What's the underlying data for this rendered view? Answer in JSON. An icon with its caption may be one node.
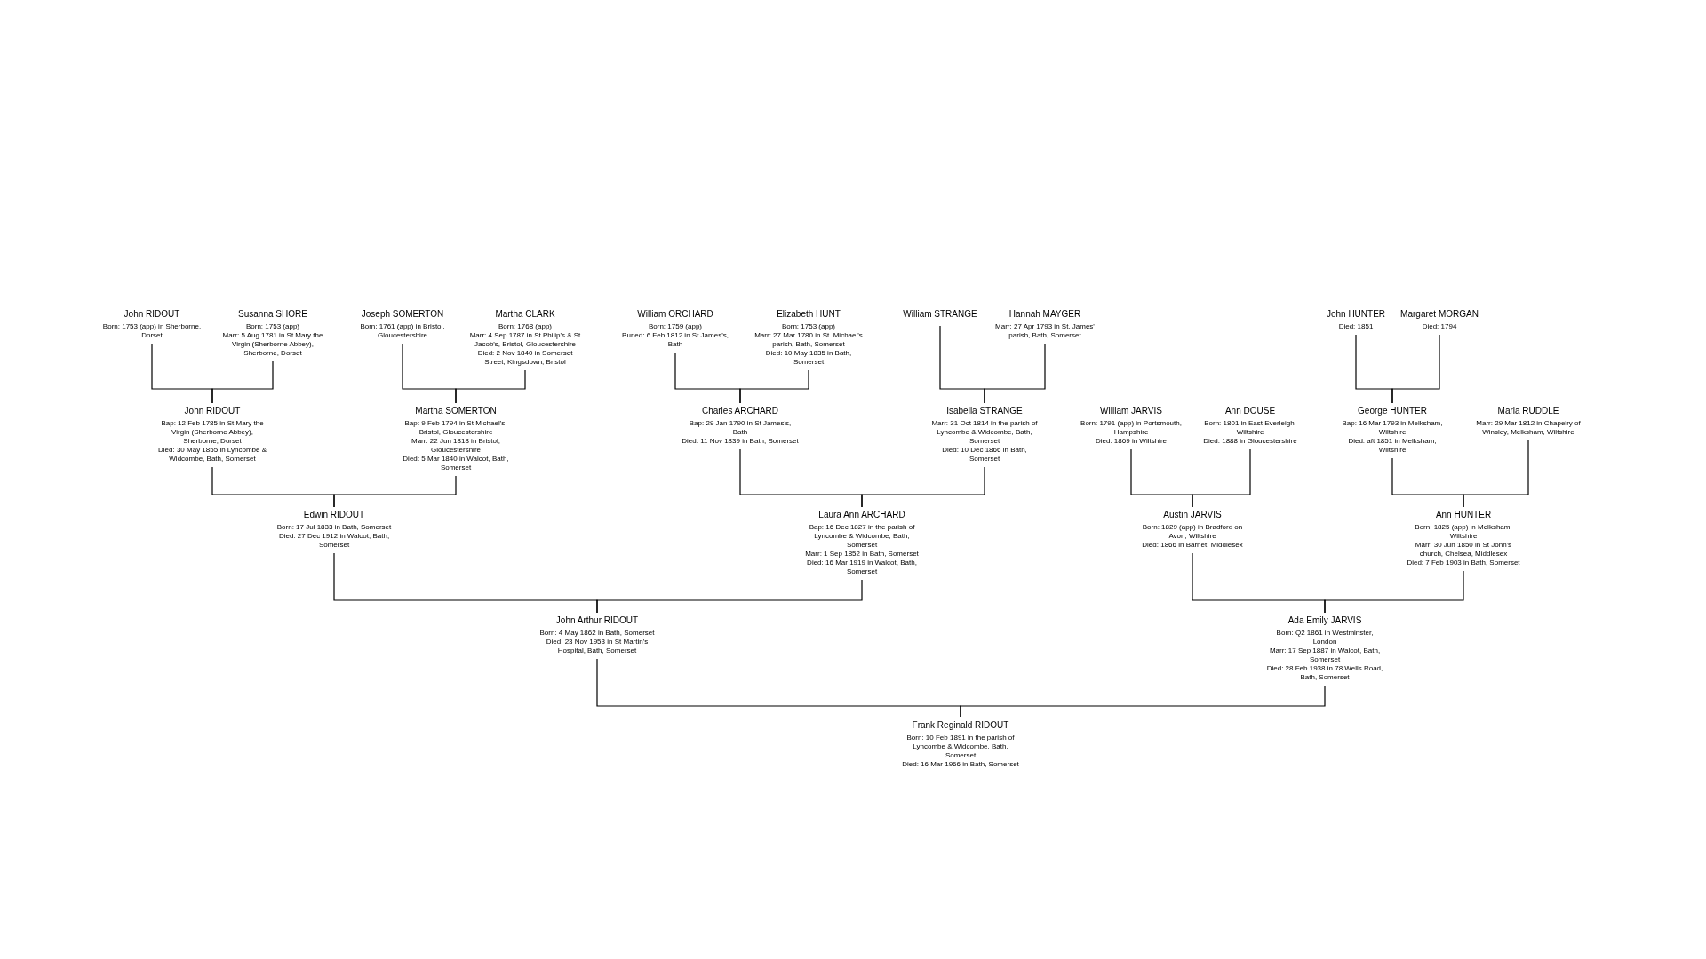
{
  "diagram": {
    "nodes": [
      {
        "text": [
          "John RIDOUT",
          "Born: 1753 (app) in Sherborne, Dorset"
        ]
      },
      {
        "text": [
          "Susanna SHORE",
          "Born: 1753 (app)",
          "Marr: 5 Aug 1781 in St Mary the Virgin (Sherborne Abbey), Sherborne, Dorset"
        ]
      },
      {
        "text": [
          "Joseph SOMERTON",
          "Born: 1761 (app) in Bristol, Gloucestershire"
        ]
      },
      {
        "text": [
          "Martha CLARK",
          "Born: 1768 (app)",
          "Marr: 4 Sep 1787 in St Philip's & St Jacob's, Bristol, Gloucestershire",
          "Died: 2 Nov 1840 in Somerset Street, Kingsdown, Bristol"
        ]
      },
      {
        "text": [
          "William ORCHARD",
          "Born: 1759 (app)",
          "Buried: 6 Feb 1812 in St James's, Bath"
        ]
      },
      {
        "text": [
          "Elizabeth HUNT",
          "Born: 1753 (app)",
          "Marr: 27 Mar 1780 in St. Michael's parish, Bath, Somerset",
          "Died: 10 May 1835 in Bath, Somerset"
        ]
      },
      {
        "text": [
          "William STRANGE"
        ]
      },
      {
        "text": [
          "Hannah MAYGER",
          "Marr: 27 Apr 1793 in St. James' parish, Bath, Somerset"
        ]
      },
      {
        "text": [
          "John HUNTER",
          "Died: 1851"
        ]
      },
      {
        "text": [
          "Margaret MORGAN",
          "Died: 1794"
        ]
      },
      {
        "text": [
          "John RIDOUT",
          "Bap: 12 Feb 1785 in St Mary the Virgin (Sherborne Abbey), Sherborne, Dorset",
          "Died: 30 May 1855 in Lyncombe & Widcombe, Bath, Somerset"
        ]
      },
      {
        "text": [
          "Martha SOMERTON",
          "Bap: 9 Feb 1794 in St Michael's, Bristol, Gloucestershire",
          "Marr: 22 Jun 1818 in Bristol, Gloucestershire",
          "Died: 5 Mar 1840 in Walcot, Bath, Somerset"
        ]
      },
      {
        "text": [
          "Charles ARCHARD",
          "Bap: 29 Jan 1790 in St James's, Bath",
          "Died: 11 Nov 1839 in Bath, Somerset"
        ]
      },
      {
        "text": [
          "Isabella STRANGE",
          "Marr: 31 Oct 1814 in the parish of Lyncombe & Widcombe, Bath, Somerset",
          "Died: 10 Dec 1866 in Bath, Somerset"
        ]
      },
      {
        "text": [
          "William JARVIS",
          "Born: 1791 (app) in Portsmouth, Hampshire",
          "Died: 1869 in Wiltshire"
        ]
      },
      {
        "text": [
          "Ann DOUSE",
          "Born: 1801 in East Everleigh, Wiltshire",
          "Died: 1888 in Gloucestershire"
        ]
      },
      {
        "text": [
          "George HUNTER",
          "Bap: 16 Mar 1793 in Melksham, Wiltshire",
          "Died: aft 1851 in Melksham, Wiltshire"
        ]
      },
      {
        "text": [
          "Maria RUDDLE",
          "Marr: 29 Mar 1812 in Chapelry of Winsley, Melksham, Wiltshire"
        ]
      },
      {
        "text": [
          "Edwin RIDOUT",
          "Born: 17 Jul 1833 in Bath, Somerset",
          "Died: 27 Dec 1912 in Walcot, Bath, Somerset"
        ]
      },
      {
        "text": [
          "Laura Ann ARCHARD",
          "Bap: 16 Dec 1827 in the parish of Lyncombe & Widcombe, Bath, Somerset",
          "Marr: 1 Sep 1852 in Bath, Somerset",
          "Died: 16 Mar 1919 in Walcot, Bath, Somerset"
        ]
      },
      {
        "text": [
          "Austin JARVIS",
          "Born: 1829 (app) in Bradford on Avon, Wiltshire",
          "Died: 1866 in Barnet, Middlesex"
        ]
      },
      {
        "text": [
          "Ann HUNTER",
          "Born: 1825 (app) in Melksham, Wiltshire",
          "Marr: 30 Jun 1850 in St John's church, Chelsea, Middlesex",
          "Died: 7 Feb 1903 in Bath, Somerset"
        ]
      },
      {
        "text": [
          "John Arthur RIDOUT",
          "Born: 4 May 1862 in Bath, Somerset",
          "Died: 23 Nov 1953 in St Martin's Hospital, Bath, Somerset"
        ]
      },
      {
        "text": [
          "Ada Emily JARVIS",
          "Born: Q2 1861 in Westminster, London",
          "Marr: 17 Sep 1887 in Walcot, Bath, Somerset",
          "Died: 28 Feb 1938 in 78 Wells Road, Bath, Somerset"
        ]
      },
      {
        "text": [
          "Frank Reginald RIDOUT",
          "Born: 10 Feb 1891 in the parish of Lyncombe & Widcombe, Bath, Somerset",
          "Died: 16 Mar 1966 in Bath, Somerset"
        ]
      }
    ],
    "edges": [
      {
        "from": 0,
        "to": 10,
        "arrow": "none"
      },
      {
        "from": 1,
        "to": 10,
        "arrow": "none"
      },
      {
        "from": 2,
        "to": 11,
        "arrow": "none"
      },
      {
        "from": 3,
        "to": 11,
        "arrow": "none"
      },
      {
        "from": 4,
        "to": 12,
        "arrow": "none"
      },
      {
        "from": 5,
        "to": 12,
        "arrow": "none"
      },
      {
        "from": 6,
        "to": 13,
        "arrow": "none"
      },
      {
        "from": 7,
        "to": 13,
        "arrow": "none"
      },
      {
        "from": 8,
        "to": 16,
        "arrow": "none"
      },
      {
        "from": 9,
        "to": 16,
        "arrow": "none"
      },
      {
        "from": 10,
        "to": 18,
        "arrow": "none"
      },
      {
        "from": 11,
        "to": 18,
        "arrow": "none"
      },
      {
        "from": 12,
        "to": 19,
        "arrow": "none"
      },
      {
        "from": 13,
        "to": 19,
        "arrow": "none"
      },
      {
        "from": 14,
        "to": 20,
        "arrow": "none"
      },
      {
        "from": 15,
        "to": 20,
        "arrow": "none"
      },
      {
        "from": 16,
        "to": 21,
        "arrow": "none"
      },
      {
        "from": 17,
        "to": 21,
        "arrow": "none"
      },
      {
        "from": 18,
        "to": 22,
        "arrow": "none"
      },
      {
        "from": 19,
        "to": 22,
        "arrow": "none"
      },
      {
        "from": 20,
        "to": 23,
        "arrow": "none"
      },
      {
        "from": 21,
        "to": 23,
        "arrow": "none"
      },
      {
        "from": 22,
        "to": 24,
        "arrow": "none"
      },
      {
        "from": 23,
        "to": 24,
        "arrow": "none"
      }
    ]
  }
}
